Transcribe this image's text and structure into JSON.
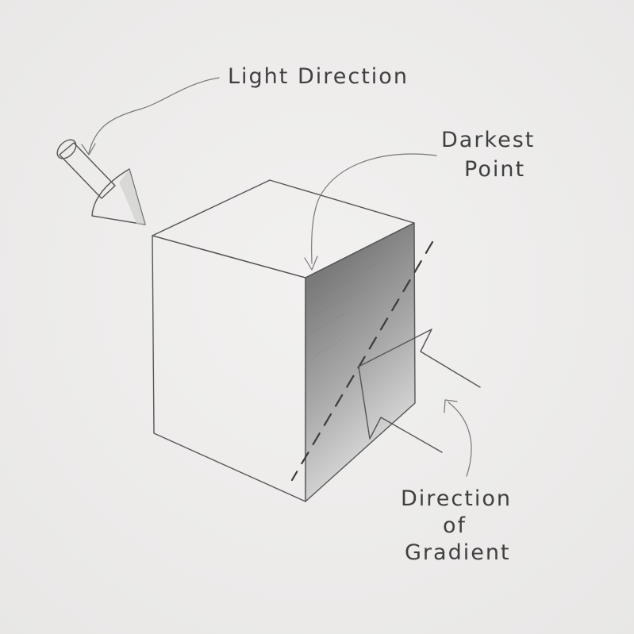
{
  "labels": {
    "light_direction": "Light Direction",
    "darkest_line1": "Darkest",
    "darkest_line2": "Point",
    "gradient_line1": "Direction",
    "gradient_line2": "of",
    "gradient_line3": "Gradient"
  },
  "colors": {
    "paper": "#efeeed",
    "pencil": "#555555",
    "shade_dark": "#7a7a7a",
    "shade_light": "#d4d4d4"
  }
}
